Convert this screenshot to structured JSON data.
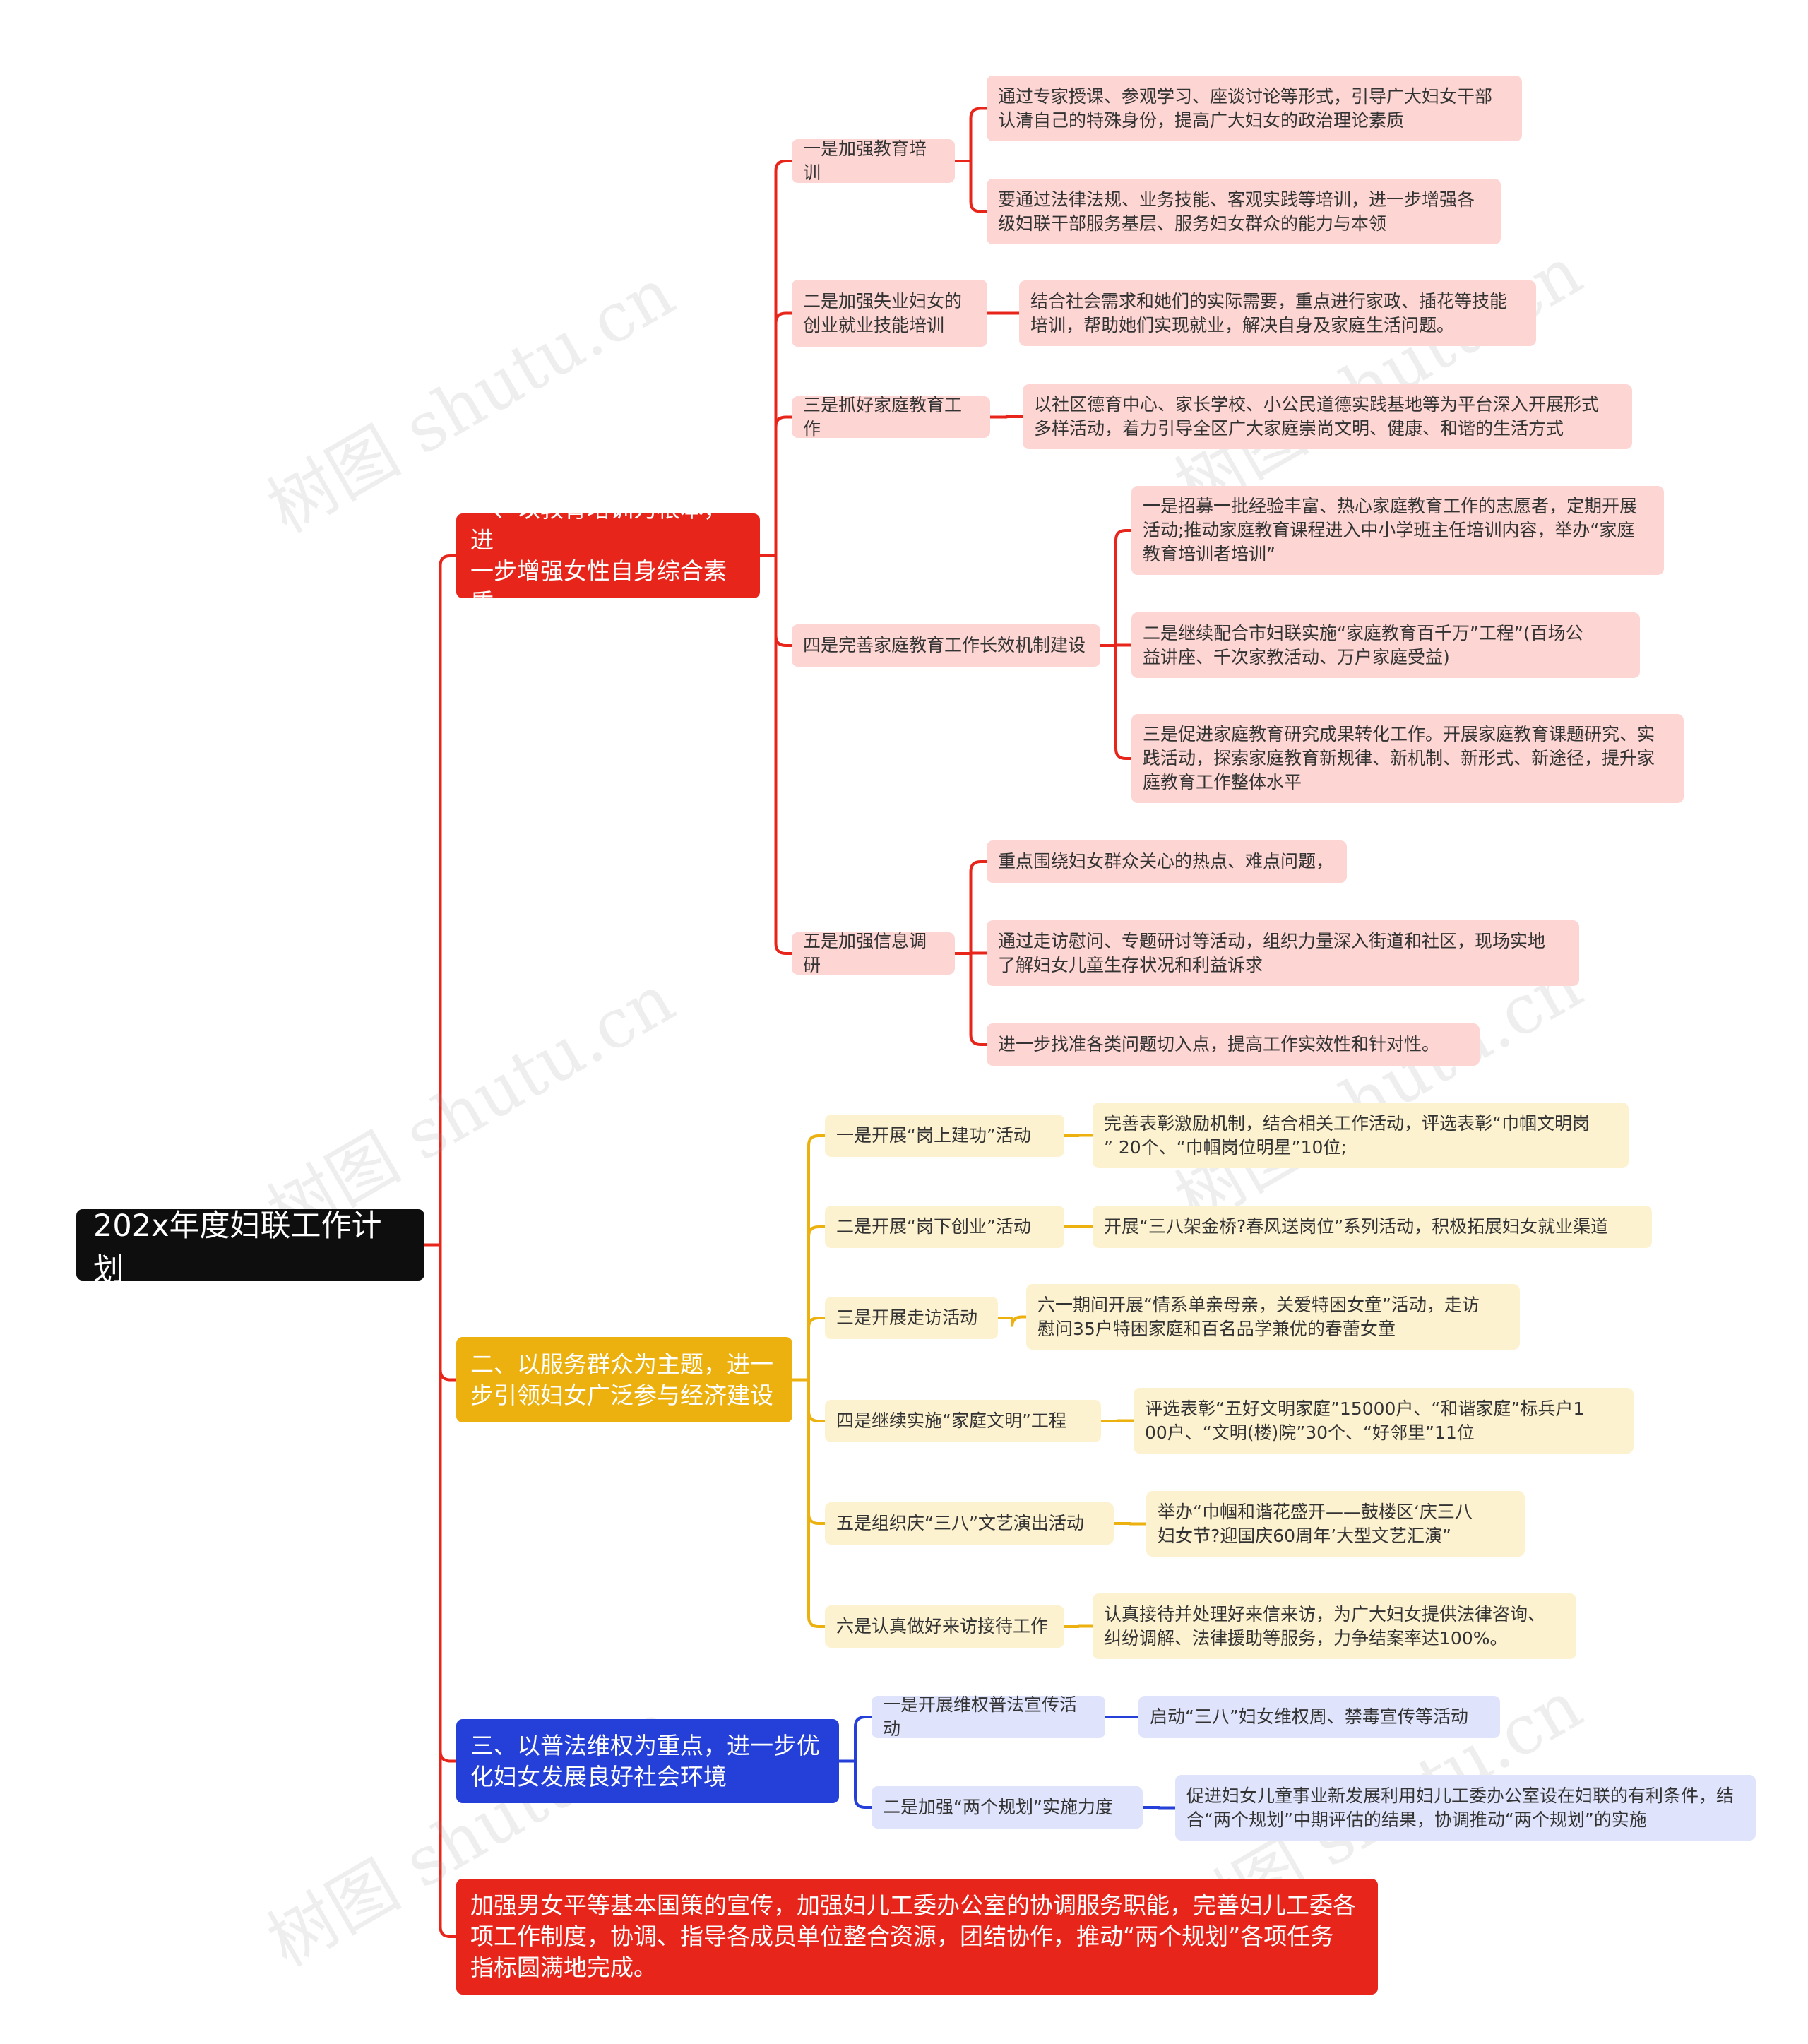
{
  "colors": {
    "red": "#e8251b",
    "red_light": "#fdd5d3",
    "yellow": "#ecb10e",
    "yellow_light": "#fdf2cf",
    "blue": "#2540d8",
    "blue_light": "#dfe3fb",
    "root": "#0e0e0e"
  },
  "watermark": "树图 shutu.cn",
  "root": {
    "label": "202x年度妇联工作计划"
  },
  "sections": [
    {
      "label": "一、以教育培训为根本，进\n一步增强女性自身综合素质",
      "items": [
        {
          "label": "一是加强教育培训",
          "details": [
            "通过专家授课、参观学习、座谈讨论等形式，引导广大妇女干部\n认清自己的特殊身份，提高广大妇女的政治理论素质",
            "要通过法律法规、业务技能、客观实践等培训，进一步增强各\n级妇联干部服务基层、服务妇女群众的能力与本领"
          ]
        },
        {
          "label": " 二是加强失业妇女的\n创业就业技能培训",
          "details": [
            "结合社会需求和她们的实际需要，重点进行家政、插花等技能\n培训，帮助她们实现就业，解决自身及家庭生活问题。"
          ]
        },
        {
          "label": "三是抓好家庭教育工作",
          "details": [
            "以社区德育中心、家长学校、小公民道德实践基地等为平台深入开展形式\n多样活动，着力引导全区广大家庭崇尚文明、健康、和谐的生活方式"
          ]
        },
        {
          "label": "四是完善家庭教育工作长效机制建设",
          "details": [
            "一是招募一批经验丰富、热心家庭教育工作的志愿者，定期开展\n活动;推动家庭教育课程进入中小学班主任培训内容，举办“家庭\n教育培训者培训”",
            "二是继续配合市妇联实施“家庭教育百千万”工程”(百场公\n益讲座、千次家教活动、万户家庭受益)",
            "三是促进家庭教育研究成果转化工作。开展家庭教育课题研究、实\n践活动，探索家庭教育新规律、新机制、新形式、新途径，提升家\n庭教育工作整体水平"
          ]
        },
        {
          "label": "五是加强信息调研",
          "details": [
            "重点围绕妇女群众关心的热点、难点问题，",
            "通过走访慰问、专题研讨等活动，组织力量深入街道和社区，现场实地\n了解妇女儿童生存状况和利益诉求",
            "进一步找准各类问题切入点，提高工作实效性和针对性。"
          ]
        }
      ]
    },
    {
      "label": "二、以服务群众为主题，进一\n步引领妇女广泛参与经济建设",
      "items": [
        {
          "label": "一是开展“岗上建功”活动",
          "details": [
            "完善表彰激励机制，结合相关工作活动，评选表彰“巾帼文明岗\n” 20个、“巾帼岗位明星”10位;"
          ]
        },
        {
          "label": "二是开展“岗下创业”活动",
          "details": [
            "开展“三八架金桥?春风送岗位”系列活动，积极拓展妇女就业渠道"
          ]
        },
        {
          "label": " 三是开展走访活动",
          "details": [
            "六一期间开展“情系单亲母亲，关爱特困女童”活动，走访\n慰问35户特困家庭和百名品学兼优的春蕾女童"
          ]
        },
        {
          "label": " 四是继续实施“家庭文明”工程",
          "details": [
            "评选表彰“五好文明家庭”15000户、“和谐家庭”标兵户1\n00户、“文明(楼)院”30个、“好邻里”11位"
          ]
        },
        {
          "label": "五是组织庆“三八”文艺演出活动",
          "details": [
            "举办“巾帼和谐花盛开——鼓楼区‘庆三八\n妇女节?迎国庆60周年’大型文艺汇演”"
          ]
        },
        {
          "label": "六是认真做好来访接待工作",
          "details": [
            "认真接待并处理好来信来访，为广大妇女提供法律咨询、\n纠纷调解、法律援助等服务，力争结案率达100%。"
          ]
        }
      ]
    },
    {
      "label": " 三、以普法维权为重点，进一步优\n化妇女发展良好社会环境",
      "items": [
        {
          "label": "一是开展维权普法宣传活动",
          "details": [
            "启动“三八”妇女维权周、禁毒宣传等活动"
          ]
        },
        {
          "label": "二是加强“两个规划”实施力度",
          "details": [
            "促进妇女儿童事业新发展利用妇儿工委办公室设在妇联的有利条件，结\n合“两个规划”中期评估的结果，协调推动“两个规划”的实施"
          ]
        }
      ]
    },
    {
      "label": "加强男女平等基本国策的宣传，加强妇儿工委办公室的协调服务职能，完善妇儿工委各\n项工作制度，协调、指导各成员单位整合资源，团结协作，推动“两个规划”各项任务\n指标圆满地完成。",
      "items": []
    }
  ]
}
